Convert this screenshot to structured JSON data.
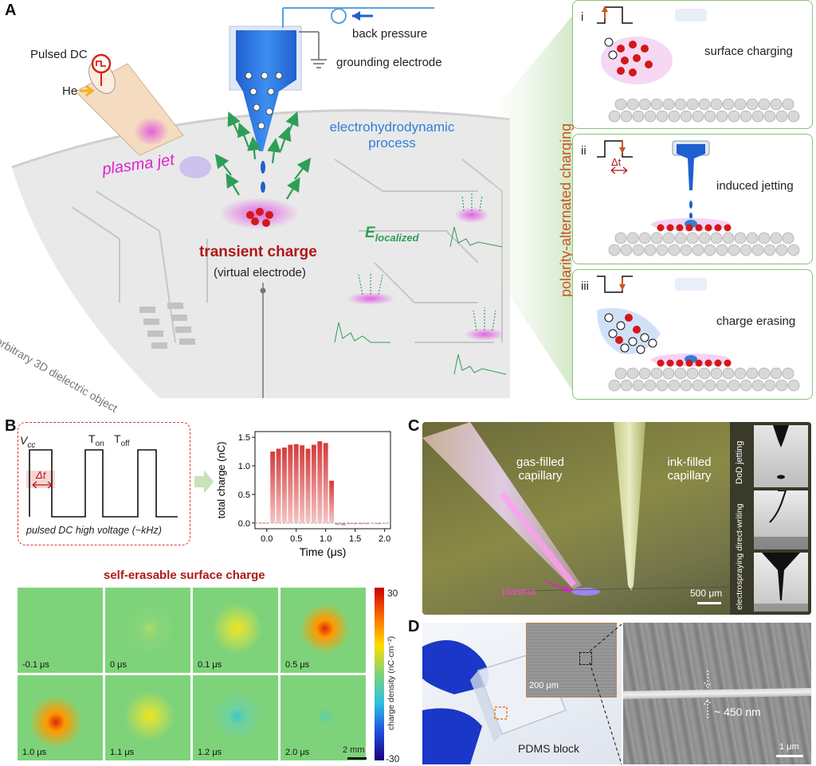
{
  "panels": {
    "A": "A",
    "B": "B",
    "C": "C",
    "D": "D"
  },
  "panelA": {
    "pulsed_dc": "Pulsed DC",
    "he": "He",
    "back_pressure": "back pressure",
    "grounding_electrode": "grounding electrode",
    "ehd_line1": "electrohydrodynamic",
    "ehd_line2": "process",
    "plasma_jet": "plasma jet",
    "e_localized_main": "E",
    "e_localized_sub": "localized",
    "transient_charge": "transient charge",
    "virtual_electrode": "(virtual electrode)",
    "object_label": "arbitrary 3D dielectric object",
    "polarity_label": "polarity-alternated charging",
    "steps": [
      {
        "roman": "i",
        "text": "surface charging"
      },
      {
        "roman": "ii",
        "text": "induced jetting",
        "delta": "Δt"
      },
      {
        "roman": "iii",
        "text": "charge erasing"
      }
    ]
  },
  "panelB": {
    "vcc": "V",
    "vcc_sub": "cc",
    "ton": "T",
    "ton_sub": "on",
    "toff": "T",
    "toff_sub": "off",
    "delta_t": "Δt",
    "caption": "pulsed DC high voltage (~kHz)",
    "heatmap_title": "self-erasable surface charge",
    "colorbar_label": "charge density (nC·cm⁻²)",
    "colorbar_max": "30",
    "colorbar_min": "-30",
    "scale_bar": "2 mm",
    "frames": [
      "-0.1 μs",
      "0 μs",
      "0.1 μs",
      "0.5 μs",
      "1.0 μs",
      "1.1 μs",
      "1.2 μs",
      "2.0 μs"
    ],
    "frame_spot": [
      0,
      0.05,
      0.45,
      0.95,
      0.85,
      0.35,
      -0.25,
      -0.1
    ]
  },
  "chart_data": {
    "type": "bar",
    "xlabel": "Time (μs)",
    "ylabel": "total charge (nC)",
    "xlim": [
      -0.2,
      2.1
    ],
    "ylim": [
      -0.1,
      1.6
    ],
    "xticks": [
      "0.0",
      "0.5",
      "1.0",
      "1.5",
      "2.0"
    ],
    "yticks": [
      "0.0",
      "0.5",
      "1.0",
      "1.5"
    ],
    "x": [
      -0.1,
      0.0,
      0.1,
      0.2,
      0.3,
      0.4,
      0.5,
      0.6,
      0.7,
      0.8,
      0.9,
      1.0,
      1.1,
      1.2,
      1.3,
      1.4,
      1.5,
      1.6,
      1.7,
      1.8,
      1.9,
      2.0
    ],
    "values": [
      0.0,
      0.0,
      1.25,
      1.3,
      1.32,
      1.37,
      1.38,
      1.36,
      1.3,
      1.37,
      1.43,
      1.4,
      0.74,
      -0.03,
      -0.04,
      -0.02,
      -0.02,
      -0.02,
      -0.02,
      -0.01,
      -0.02,
      -0.01
    ]
  },
  "panelC": {
    "gas_line1": "gas-filled",
    "gas_line2": "capillary",
    "ink_line1": "ink-filled",
    "ink_line2": "capillary",
    "plasma": "plasma",
    "scale": "500 μm",
    "dod": "DoD jetting",
    "electro": "electrospraying direct-writing"
  },
  "panelD": {
    "pdms": "PDMS block",
    "inset_scale": "200 μm",
    "width": "~ 450 nm",
    "sem_scale": "1 μm"
  },
  "colors": {
    "green": "#2e9e57",
    "blue": "#2f7fd8",
    "magenta": "#e020d0",
    "red": "#b01818",
    "orange": "#c8561b"
  }
}
